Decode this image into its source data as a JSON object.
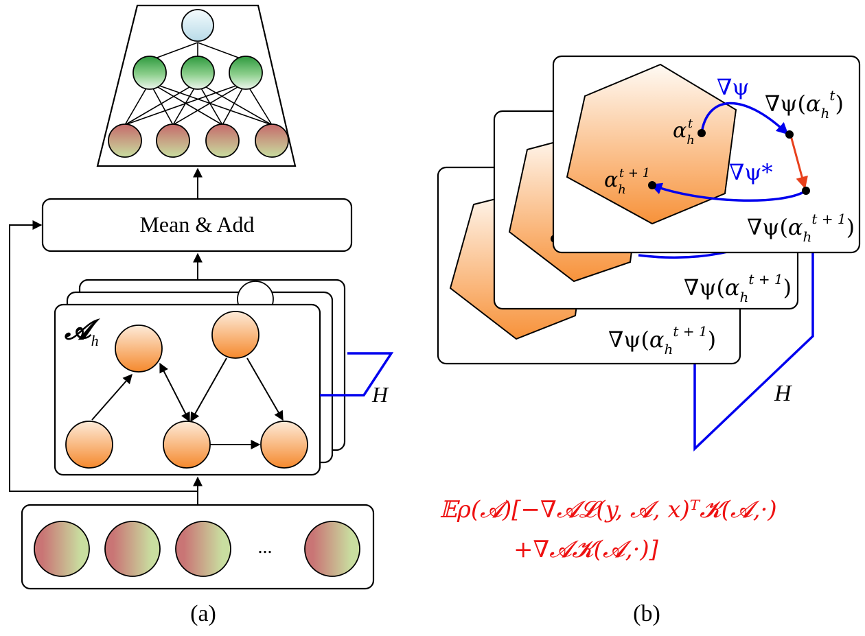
{
  "panel_a": {
    "caption": "(a)",
    "mean_add_label": "Mean & Add",
    "layer_symbol": "𝓐",
    "layer_subscript": "h",
    "h_label": "H",
    "ellipsis": "...",
    "colors": {
      "output_node": "#cfe6ef",
      "hidden_node_top": "#2e9a3e",
      "hidden_node_bottom": "#e6f2e6",
      "input_node_top": "#c56a6a",
      "input_node_bottom": "#c9dea0",
      "graph_node_top": "#fde7d2",
      "graph_node_bottom": "#f5892d",
      "h_bracket": "#0000ee"
    }
  },
  "panel_b": {
    "caption": "(b)",
    "nabla_psi": "∇ψ",
    "nabla_psi_star": "∇ψ*",
    "alpha": "α",
    "alpha_superscript_t": "t",
    "alpha_superscript_t1": "t + 1",
    "alpha_subscript": "h",
    "label_front_top": "∇ψ(α)",
    "label_front_bottom": "∇ψ(α)",
    "label_middle": "∇ψ(α)",
    "label_back": "∇ψ(α)",
    "h_label": "H",
    "colors": {
      "hexagon_top": "#fffaf4",
      "hexagon_bottom": "#f7923a",
      "gradient_arrow": "#0000ee",
      "correction_arrow": "#e8401c"
    }
  },
  "formula": {
    "line1": "𝔼ρ(𝓐)[−∇𝓐𝓛(y, 𝓐, x)ᵀ𝓚(𝓐,·)",
    "line2": "+∇𝓐𝓚(𝓐,·)]",
    "color": "#ee1111"
  }
}
